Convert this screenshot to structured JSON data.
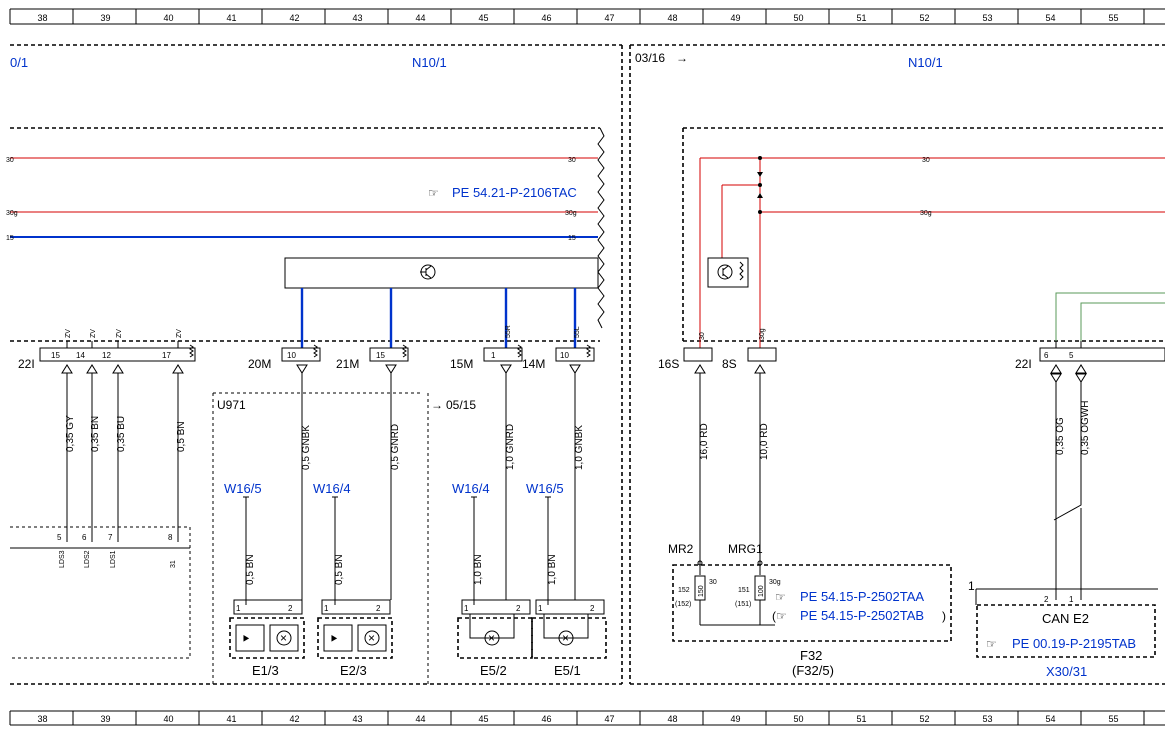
{
  "ruler": {
    "columns": [
      "38",
      "39",
      "40",
      "41",
      "42",
      "43",
      "44",
      "45",
      "46",
      "47",
      "48",
      "49",
      "50",
      "51",
      "52",
      "53",
      "54",
      "55"
    ]
  },
  "headers": {
    "left_cut": "0/1",
    "left_main": "N10/1",
    "right_main": "N10/1",
    "cross_ref_right": "03/16"
  },
  "bus": {
    "line_30": "30",
    "line_30g": "30g",
    "line_15": "15",
    "ref_left": "PE 54.21-P-2106TAC"
  },
  "left_connector": {
    "label": "22I",
    "pins": [
      "15",
      "14",
      "12",
      "17"
    ],
    "tags": [
      "ZV",
      "ZV",
      "ZV",
      "ZV"
    ],
    "wires": [
      "0,35 GY",
      "0,35 BN",
      "0,35 BU",
      "0,5 BN"
    ],
    "bottom_pins": [
      "5",
      "6",
      "7",
      "8"
    ],
    "bottom_tags": [
      "LDS3",
      "LDS2",
      "LDS1",
      "31"
    ]
  },
  "connectors": [
    {
      "id": "20M",
      "pin": "10",
      "wire": "0,5 GNBK",
      "tag": ""
    },
    {
      "id": "21M",
      "pin": "15",
      "wire": "0,5 GNRD",
      "tag": ""
    },
    {
      "id": "15M",
      "pin": "1",
      "wire": "1,0 GNRD",
      "tag": "55R"
    },
    {
      "id": "14M",
      "pin": "10",
      "wire": "1,0 GNBK",
      "tag": "55L"
    }
  ],
  "u971": "U971",
  "cross_ref_mid": "05/15",
  "components": [
    {
      "id": "E1/3",
      "ground": "W16/5",
      "ground_wire": "0,5 BN",
      "p1": "1",
      "p2": "2"
    },
    {
      "id": "E2/3",
      "ground": "W16/4",
      "ground_wire": "0,5 BN",
      "p1": "1",
      "p2": "2"
    },
    {
      "id": "E5/2",
      "ground": "W16/4",
      "ground_wire": "1,0 BN",
      "p1": "1",
      "p2": "2"
    },
    {
      "id": "E5/1",
      "ground": "W16/5",
      "ground_wire": "1,0 BN",
      "p1": "1",
      "p2": "2"
    }
  ],
  "right_connectors": [
    {
      "id": "16S",
      "pin": "30",
      "wire": "16,0 RD",
      "node": "MR2",
      "fuse": "150",
      "fuse_a": "152",
      "fuse_b": "(152)",
      "term": "30"
    },
    {
      "id": "8S",
      "pin": "30g",
      "wire": "10,0 RD",
      "node": "MRG1",
      "fuse": "100",
      "fuse_a": "151",
      "fuse_b": "(151)",
      "term": "30g"
    }
  ],
  "fusebox": {
    "id": "F32",
    "sub": "(F32/5)",
    "ref1": "PE 54.15-P-2502TAA",
    "ref2": "PE 54.15-P-2502TAB"
  },
  "can": {
    "connector": "22I",
    "pins": [
      "6",
      "5"
    ],
    "wires": [
      "0,35 OG",
      "0,35 OGWH"
    ],
    "box_pins": [
      "2",
      "1"
    ],
    "box_num": "1",
    "name": "CAN E2",
    "ref": "PE 00.19-P-2195TAB",
    "id": "X30/31"
  }
}
